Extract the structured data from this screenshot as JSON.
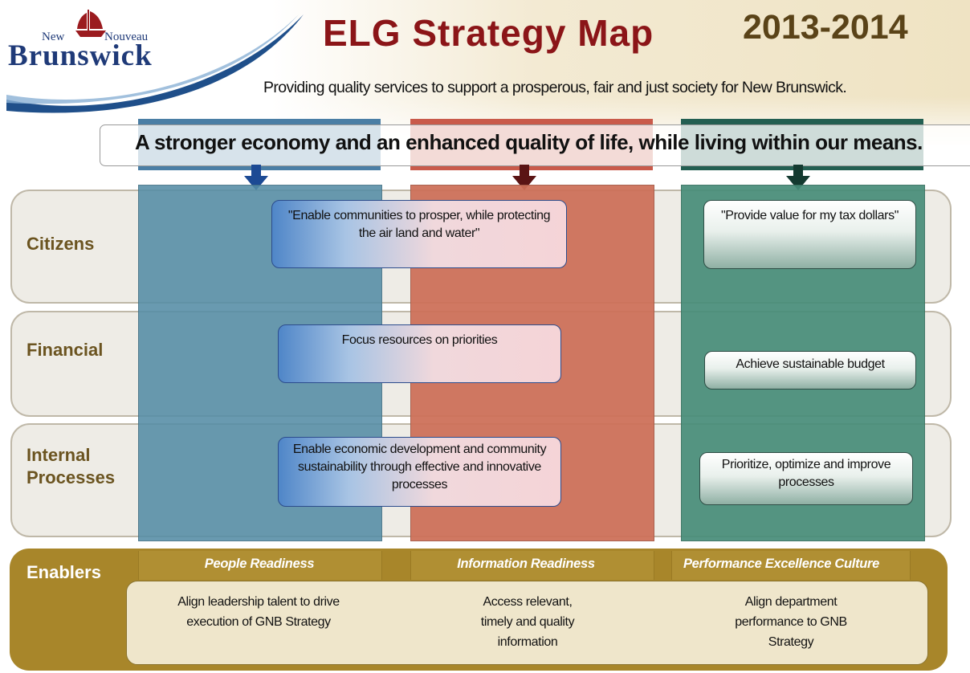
{
  "header": {
    "title": "ELG Strategy Map",
    "year": "2013-2014",
    "mission": "Providing quality services to support a prosperous, fair and just society for New Brunswick."
  },
  "logo": {
    "new": "New",
    "nouveau": "Nouveau",
    "brunswick": "Brunswick"
  },
  "vision": "A stronger economy and an enhanced quality of life, while living within our means.",
  "rows": {
    "citizens": "Citizens",
    "financial": "Financial",
    "internal_line1": "Internal",
    "internal_line2": "Processes"
  },
  "objectives": {
    "citizens_center": "\"Enable communities to prosper, while protecting the air land and water\"",
    "citizens_right": "\"Provide value for my tax dollars\"",
    "financial_center": "Focus resources on priorities",
    "financial_right": "Achieve sustainable budget",
    "internal_center": "Enable economic development  and community sustainability through  effective and innovative processes",
    "internal_right": "Prioritize, optimize and improve processes"
  },
  "enablers": {
    "label": "Enablers",
    "columns": [
      {
        "heading": "People Readiness",
        "text": "Align leadership talent to drive execution of GNB Strategy"
      },
      {
        "heading": "Information Readiness",
        "text": "Access relevant, timely and quality information"
      },
      {
        "heading": "Performance Excellence Culture",
        "text": "Align department performance to GNB Strategy"
      }
    ]
  },
  "colors": {
    "title": "#8b1518",
    "year": "#5a4318",
    "blue_column": "#548ca5",
    "red_column": "#cd7058",
    "green_column": "#468c78",
    "enablers_band": "#a8862a",
    "row_label": "#6b5420"
  }
}
